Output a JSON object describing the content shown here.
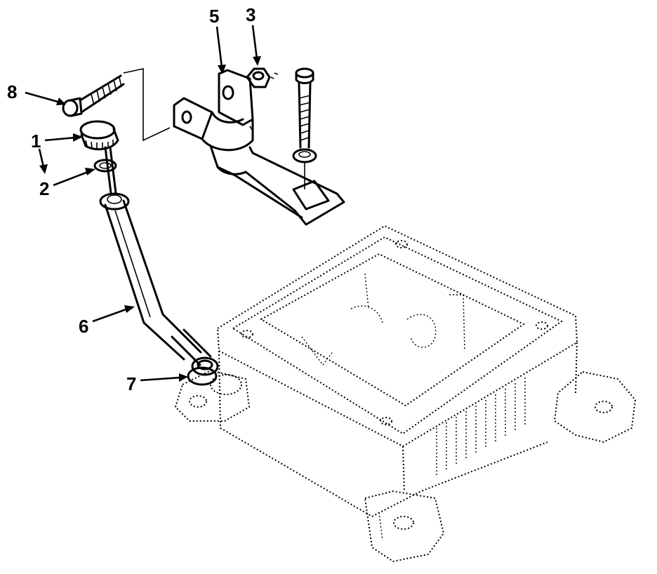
{
  "callouts": [
    {
      "id": "1",
      "label": "1"
    },
    {
      "id": "2",
      "label": "2"
    },
    {
      "id": "3",
      "label": "3"
    },
    {
      "id": "5",
      "label": "5"
    },
    {
      "id": "6",
      "label": "6"
    },
    {
      "id": "7",
      "label": "7"
    },
    {
      "id": "8",
      "label": "8"
    }
  ],
  "colors": {
    "ink": "#000000",
    "paper": "#ffffff"
  }
}
